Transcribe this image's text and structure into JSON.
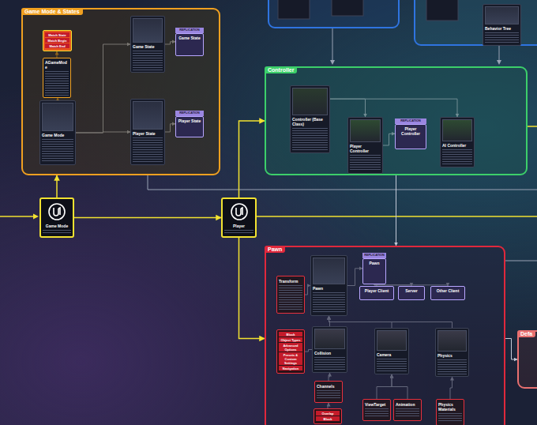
{
  "diagram": {
    "nodes": [
      {
        "text": [
          "Game Mode & States"
        ]
      },
      {
        "text": [
          "Match State",
          "Match Begin",
          "Match End"
        ],
        "in": 0
      },
      {
        "text": [
          "AGameMode"
        ],
        "in": 0
      },
      {
        "text": [
          "Game Mode"
        ],
        "in": 0
      },
      {
        "text": [
          "Game State"
        ],
        "in": 0
      },
      {
        "text": [
          "REPLICATION",
          "Game State"
        ],
        "in": 0
      },
      {
        "text": [
          "Player State"
        ],
        "in": 0
      },
      {
        "text": [
          "REPLICATION",
          "Player State"
        ],
        "in": 0
      },
      {
        "text": [
          "Behavior Tree"
        ]
      },
      {
        "text": [
          "Game Mode"
        ]
      },
      {
        "text": [
          "Player"
        ]
      },
      {
        "text": [
          "Controller"
        ]
      },
      {
        "text": [
          "Controller (Base Class)"
        ],
        "in": 11
      },
      {
        "text": [
          "Player Controller"
        ],
        "in": 11
      },
      {
        "text": [
          "REPLICATION",
          "Player Controller"
        ],
        "in": 11
      },
      {
        "text": [
          "AI Controller"
        ],
        "in": 11
      },
      {
        "text": [
          "Pawn"
        ]
      },
      {
        "text": [
          "Transform"
        ],
        "in": 16
      },
      {
        "text": [
          "Pawn"
        ],
        "in": 16
      },
      {
        "text": [
          "REPLICATION",
          "Pawn"
        ],
        "in": 16
      },
      {
        "text": [
          "Player Client"
        ],
        "in": 16
      },
      {
        "text": [
          "Server"
        ],
        "in": 16
      },
      {
        "text": [
          "Other Client"
        ],
        "in": 16
      },
      {
        "text": [
          "Block",
          "Object Types",
          "Advanced Options",
          "Presets & Custom Settings",
          "Navigation"
        ],
        "in": 16
      },
      {
        "text": [
          "Collision"
        ],
        "in": 16
      },
      {
        "text": [
          "Camera"
        ],
        "in": 16
      },
      {
        "text": [
          "Physics"
        ],
        "in": 16
      },
      {
        "text": [
          "Channels"
        ],
        "in": 16
      },
      {
        "text": [
          "Overlap",
          "Block"
        ],
        "in": 16
      },
      {
        "text": [
          "ViewTarget"
        ],
        "in": 16
      },
      {
        "text": [
          "Animation"
        ],
        "in": 16
      },
      {
        "text": [
          "Physics Materials"
        ],
        "in": 16
      },
      {
        "text": [
          "Defa"
        ]
      }
    ],
    "edges": [
      {
        "from": 9,
        "to": 0,
        "arrow": "to"
      },
      {
        "from": 9,
        "to": 10,
        "arrow": "to"
      },
      {
        "from": 10,
        "to": 11,
        "arrow": "to"
      },
      {
        "from": 10,
        "to": 16,
        "arrow": "to"
      },
      {
        "from": 3,
        "to": 2,
        "arrow": "to"
      },
      {
        "from": 2,
        "to": 1,
        "arrow": "to"
      },
      {
        "from": 3,
        "to": 4,
        "arrow": "to"
      },
      {
        "from": 3,
        "to": 6,
        "arrow": "to"
      },
      {
        "from": 4,
        "to": 5,
        "arrow": "to"
      },
      {
        "from": 6,
        "to": 7,
        "arrow": "to"
      },
      {
        "from": 12,
        "to": 13,
        "arrow": "to"
      },
      {
        "from": 12,
        "to": 15,
        "arrow": "to"
      },
      {
        "from": 13,
        "to": 14,
        "arrow": "to"
      },
      {
        "from": 11,
        "to": 16,
        "arrow": "to"
      },
      {
        "from": 17,
        "to": 18,
        "arrow": "to"
      },
      {
        "from": 18,
        "to": 19,
        "arrow": "to"
      },
      {
        "from": 19,
        "to": 20,
        "arrow": "to"
      },
      {
        "from": 19,
        "to": 21,
        "arrow": "to"
      },
      {
        "from": 19,
        "to": 22,
        "arrow": "to"
      },
      {
        "from": 24,
        "to": 18,
        "arrow": "to"
      },
      {
        "from": 25,
        "to": 18,
        "arrow": "to"
      },
      {
        "from": 26,
        "to": 18,
        "arrow": "to"
      },
      {
        "from": 23,
        "to": 24,
        "arrow": "none"
      },
      {
        "from": 27,
        "to": 24,
        "arrow": "to"
      },
      {
        "from": 28,
        "to": 27,
        "arrow": "to"
      },
      {
        "from": 29,
        "to": 25,
        "arrow": "to"
      },
      {
        "from": 30,
        "to": 25,
        "arrow": "to"
      },
      {
        "from": 31,
        "to": 26,
        "arrow": "to"
      },
      {
        "from": 16,
        "to": 32,
        "arrow": "to"
      }
    ]
  }
}
